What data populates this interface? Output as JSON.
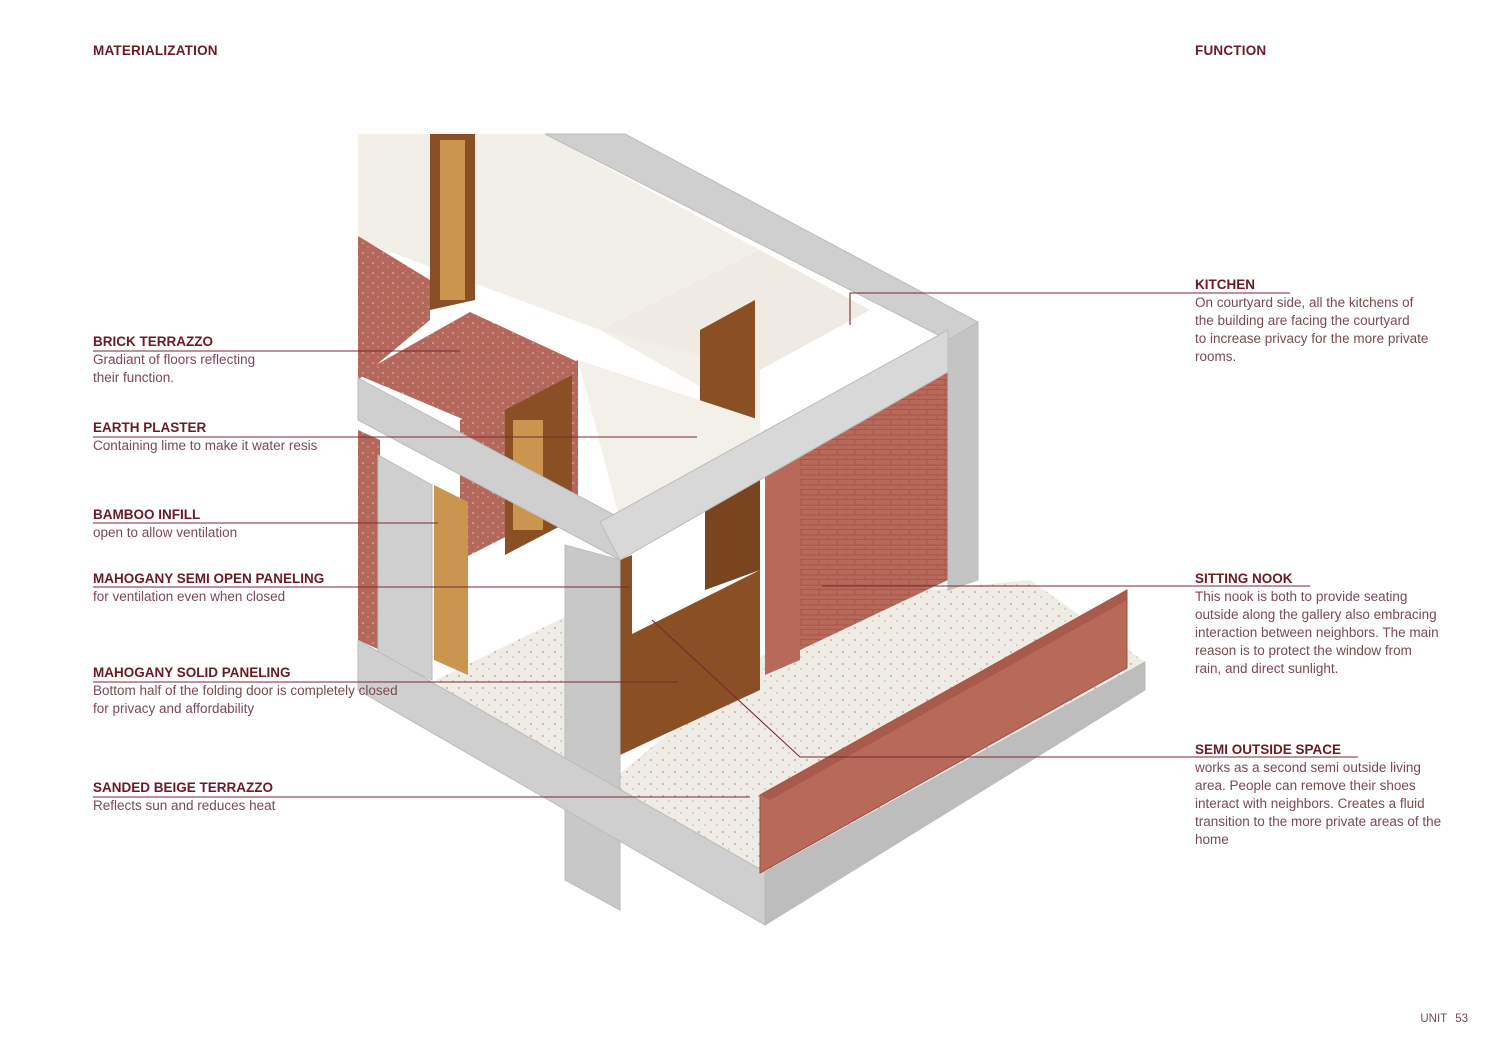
{
  "headers": {
    "left": "MATERIALIZATION",
    "right": "FUNCTION"
  },
  "materials": [
    {
      "title": "BRICK TERRAZZO",
      "text": [
        "Gradiant of floors reflecting",
        "their function."
      ]
    },
    {
      "title": "EARTH PLASTER",
      "text": [
        "Containing lime to make it water resis"
      ]
    },
    {
      "title": "BAMBOO INFILL",
      "text": [
        "open to allow ventilation"
      ]
    },
    {
      "title": "MAHOGANY SEMI OPEN PANELING",
      "text": [
        "for ventilation even when closed"
      ]
    },
    {
      "title": "MAHOGANY SOLID PANELING",
      "text": [
        "Bottom half of the folding door is completely closed",
        "for privacy and affordability"
      ]
    },
    {
      "title": "SANDED BEIGE TERRAZZO",
      "text": [
        "Reflects sun and reduces heat"
      ]
    }
  ],
  "functions": [
    {
      "title": "KITCHEN",
      "text": [
        "On courtyard side, all the kitchens of",
        "the building are facing the courtyard",
        "to increase privacy for the more private",
        "rooms."
      ]
    },
    {
      "title": "SITTING NOOK",
      "text": [
        "This nook is both to provide seating",
        "outside along the gallery also embracing",
        "interaction between neighbors. The main",
        "reason is to protect the window from",
        "rain, and direct sunlight."
      ]
    },
    {
      "title": "SEMI OUTSIDE SPACE",
      "text": [
        "works as a second semi outside living",
        "area. People can remove their shoes",
        "interact with neighbors. Creates a fluid",
        "transition to the more private areas of the",
        "home"
      ]
    }
  ],
  "footer": {
    "label": "UNIT",
    "page": "53"
  },
  "colors": {
    "heading": "#6b1a24",
    "body": "#7a4a50",
    "leader": "#7a2a32",
    "brick": "#b86a5a",
    "concrete": "#cfcfcf",
    "mahogany": "#8a4f24",
    "terrazzo": "#efebe5"
  }
}
